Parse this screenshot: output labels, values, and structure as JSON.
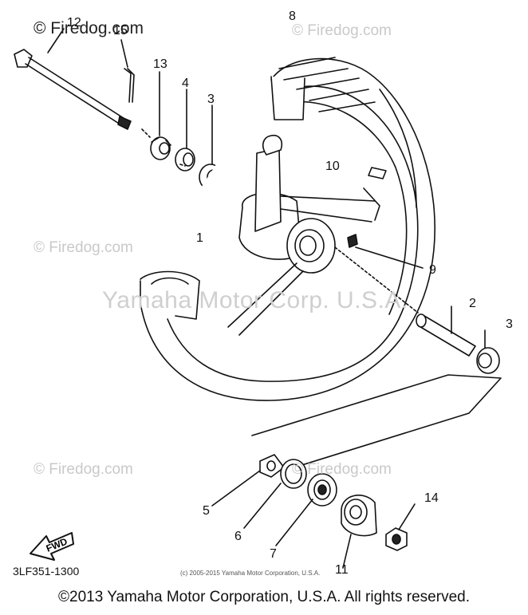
{
  "watermarks": {
    "top_left": "© Firedog.com",
    "top_right": "© Firedog.com",
    "mid_left": "© Firedog.com",
    "lower_left": "© Firedog.com",
    "lower_mid": "© Firedog.com",
    "center": "Yamaha Motor Corp. U.S.A."
  },
  "part_numbers": {
    "n12": "12",
    "n15": "15",
    "n13": "13",
    "n4": "4",
    "n3a": "3",
    "n8": "8",
    "n10": "10",
    "n1": "1",
    "n9": "9",
    "n2": "2",
    "n3b": "3",
    "n5": "5",
    "n6": "6",
    "n7": "7",
    "n11": "11",
    "n14": "14"
  },
  "fwd_label": "FWD",
  "diagram_code": "3LF351-1300",
  "small_copyright": "(c) 2005-2015 Yamaha Motor Corporation, U.S.A.",
  "footer": "©2013 Yamaha Motor Corporation, U.S.A. All rights reserved."
}
